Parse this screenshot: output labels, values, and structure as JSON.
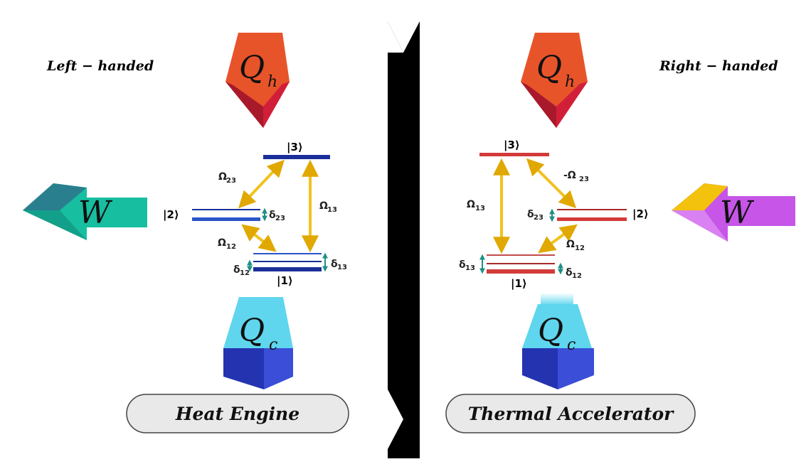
{
  "left_panel": {
    "handedness": "Left − handed",
    "heat_in": {
      "symbol": "Q",
      "subscript": "h"
    },
    "heat_out": {
      "symbol": "Q",
      "subscript": "c"
    },
    "work": {
      "symbol": "W"
    },
    "levels": {
      "top": "|3⟩",
      "middle": "|2⟩",
      "bottom": "|1⟩"
    },
    "couplings": {
      "c23": {
        "symbol": "Ω",
        "subscript": "23"
      },
      "c13": {
        "symbol": "Ω",
        "subscript": "13"
      },
      "c12": {
        "symbol": "Ω",
        "subscript": "12"
      }
    },
    "detunings": {
      "d23": {
        "symbol": "δ",
        "subscript": "23"
      },
      "d13": {
        "symbol": "δ",
        "subscript": "13"
      },
      "d12": {
        "symbol": "δ",
        "subscript": "12"
      }
    },
    "mode_label": "Heat Engine"
  },
  "right_panel": {
    "handedness": "Right − handed",
    "heat_in": {
      "symbol": "Q",
      "subscript": "h"
    },
    "heat_out": {
      "symbol": "Q",
      "subscript": "c"
    },
    "work": {
      "symbol": "W"
    },
    "levels": {
      "top": "|3⟩",
      "middle": "|2⟩",
      "bottom": "|1⟩"
    },
    "couplings": {
      "c23": {
        "symbol": "-Ω",
        "subscript": "23"
      },
      "c13": {
        "symbol": "Ω",
        "subscript": "13"
      },
      "c12": {
        "symbol": "Ω",
        "subscript": "12"
      }
    },
    "detunings": {
      "d23": {
        "symbol": "δ",
        "subscript": "23"
      },
      "d13": {
        "symbol": "δ",
        "subscript": "13"
      },
      "d12": {
        "symbol": "δ",
        "subscript": "12"
      }
    },
    "mode_label": "Thermal Accelerator"
  },
  "colors": {
    "hot_arrow": "#e8542a",
    "hot_arrow_dark": "#d11f3a",
    "cold_arrow": "#5fd6ee",
    "cold_arrow_dark": "#2d3ec9",
    "work_left": "#17bfa0",
    "work_left_dark": "#2a7f8f",
    "work_right": "#c655e8",
    "work_right_dark": "#f3c20c",
    "levels_left": "#1a2f9a",
    "levels_right": "#d33a3a",
    "coupling_arrow": "#f0c21e",
    "detuning_arrow": "#1f8f86",
    "divider": "#000000",
    "mode_box": "#e9e9e9"
  }
}
